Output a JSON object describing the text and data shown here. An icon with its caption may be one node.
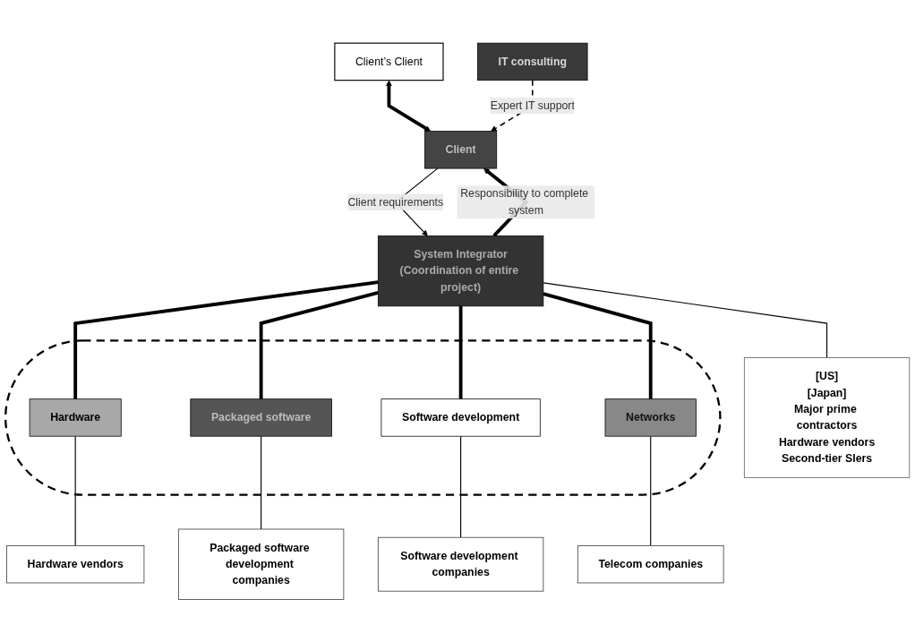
{
  "diagram": {
    "nodes": [
      {
        "text": [
          "Client’s Client"
        ]
      },
      {
        "text": [
          "IT consulting"
        ]
      },
      {
        "text": [
          "Client"
        ]
      },
      {
        "text": [
          "System Integrator",
          "(Coordination of entire project)"
        ]
      },
      {
        "text": [
          "[US]",
          "[Japan]",
          "Major prime contractors",
          "Hardware vendors",
          "Second-tier SIers"
        ]
      },
      {
        "text": [],
        "shape": "ellipse"
      },
      {
        "text": [
          "Hardware"
        ],
        "in": 5
      },
      {
        "text": [
          "Packaged software"
        ],
        "in": 5
      },
      {
        "text": [
          "Software development"
        ],
        "in": 5
      },
      {
        "text": [
          "Networks"
        ],
        "in": 5
      },
      {
        "text": [
          "Hardware vendors"
        ]
      },
      {
        "text": [
          "Packaged software development companies"
        ]
      },
      {
        "text": [
          "Software development companies"
        ]
      },
      {
        "text": [
          "Telecom companies"
        ]
      }
    ],
    "edges": [
      {
        "from": 0,
        "to": 2,
        "arrow": "both",
        "style": "thick"
      },
      {
        "from": 1,
        "to": 2,
        "arrow": "to",
        "label": "Expert IT support",
        "style": "dashed"
      },
      {
        "from": 2,
        "to": 3,
        "arrow": "to",
        "label": "Client requirements"
      },
      {
        "from": 3,
        "to": 2,
        "arrow": "to",
        "label": "Responsibility to complete system",
        "style": "thick"
      },
      {
        "from": 3,
        "to": 6,
        "arrow": "none",
        "style": "thick"
      },
      {
        "from": 3,
        "to": 7,
        "arrow": "none",
        "style": "thick"
      },
      {
        "from": 3,
        "to": 8,
        "arrow": "none",
        "style": "thick"
      },
      {
        "from": 3,
        "to": 9,
        "arrow": "none",
        "style": "thick"
      },
      {
        "from": 4,
        "to": 3,
        "arrow": "none"
      },
      {
        "from": 10,
        "to": 6,
        "arrow": "none"
      },
      {
        "from": 11,
        "to": 7,
        "arrow": "none"
      },
      {
        "from": 12,
        "to": 8,
        "arrow": "none"
      },
      {
        "from": 13,
        "to": 9,
        "arrow": "none"
      }
    ]
  }
}
